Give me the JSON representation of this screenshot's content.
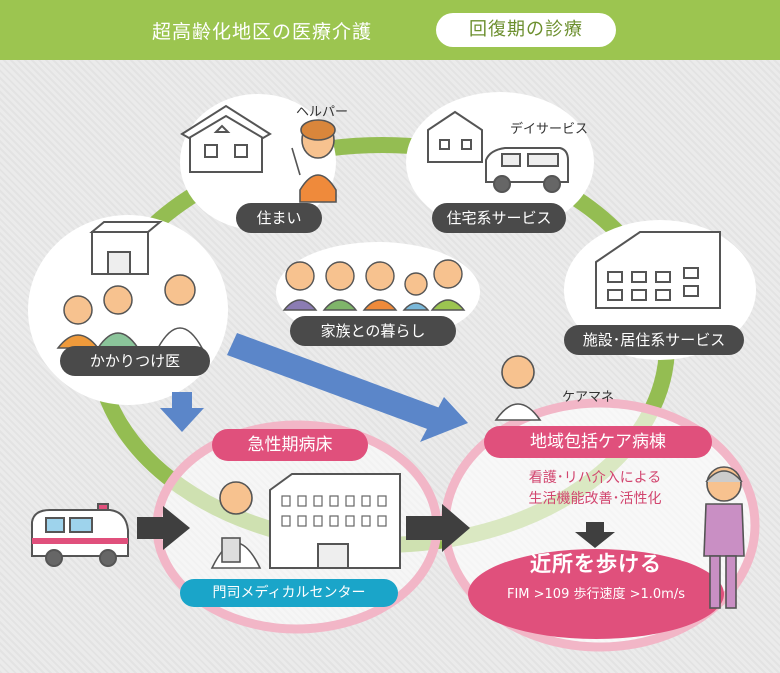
{
  "header": {
    "title": "超高齢化地区の医療介護",
    "phase": "回復期の診療"
  },
  "bubbles": {
    "home": "住まい",
    "home_service": "住宅系サービス",
    "family": "家族との暮らし",
    "facility": "施設･居住系サービス",
    "family_doctor": "かかりつけ医"
  },
  "people": {
    "helper": "ヘルパー",
    "day_service": "デイサービス",
    "care_manager": "ケアマネ"
  },
  "wards": {
    "acute": "急性期病床",
    "community": "地域包括ケア病棟",
    "hospital": "門司メディカルセンター"
  },
  "care_text": [
    "看護･リハ介入による",
    "生活機能改善･活性化"
  ],
  "goal": {
    "title": "近所を歩ける",
    "metric": "FIM >109  歩行速度 >1.0m/s"
  },
  "colors": {
    "header_green": "#9cc550",
    "ring_green": "#8fbb4a",
    "label_dark": "#4a4a4a",
    "ward_pink": "#e0507c",
    "hospital_teal": "#1aa5c9",
    "arrow_blue": "#5b86c9",
    "arrow_dark": "#3f3f3f"
  }
}
